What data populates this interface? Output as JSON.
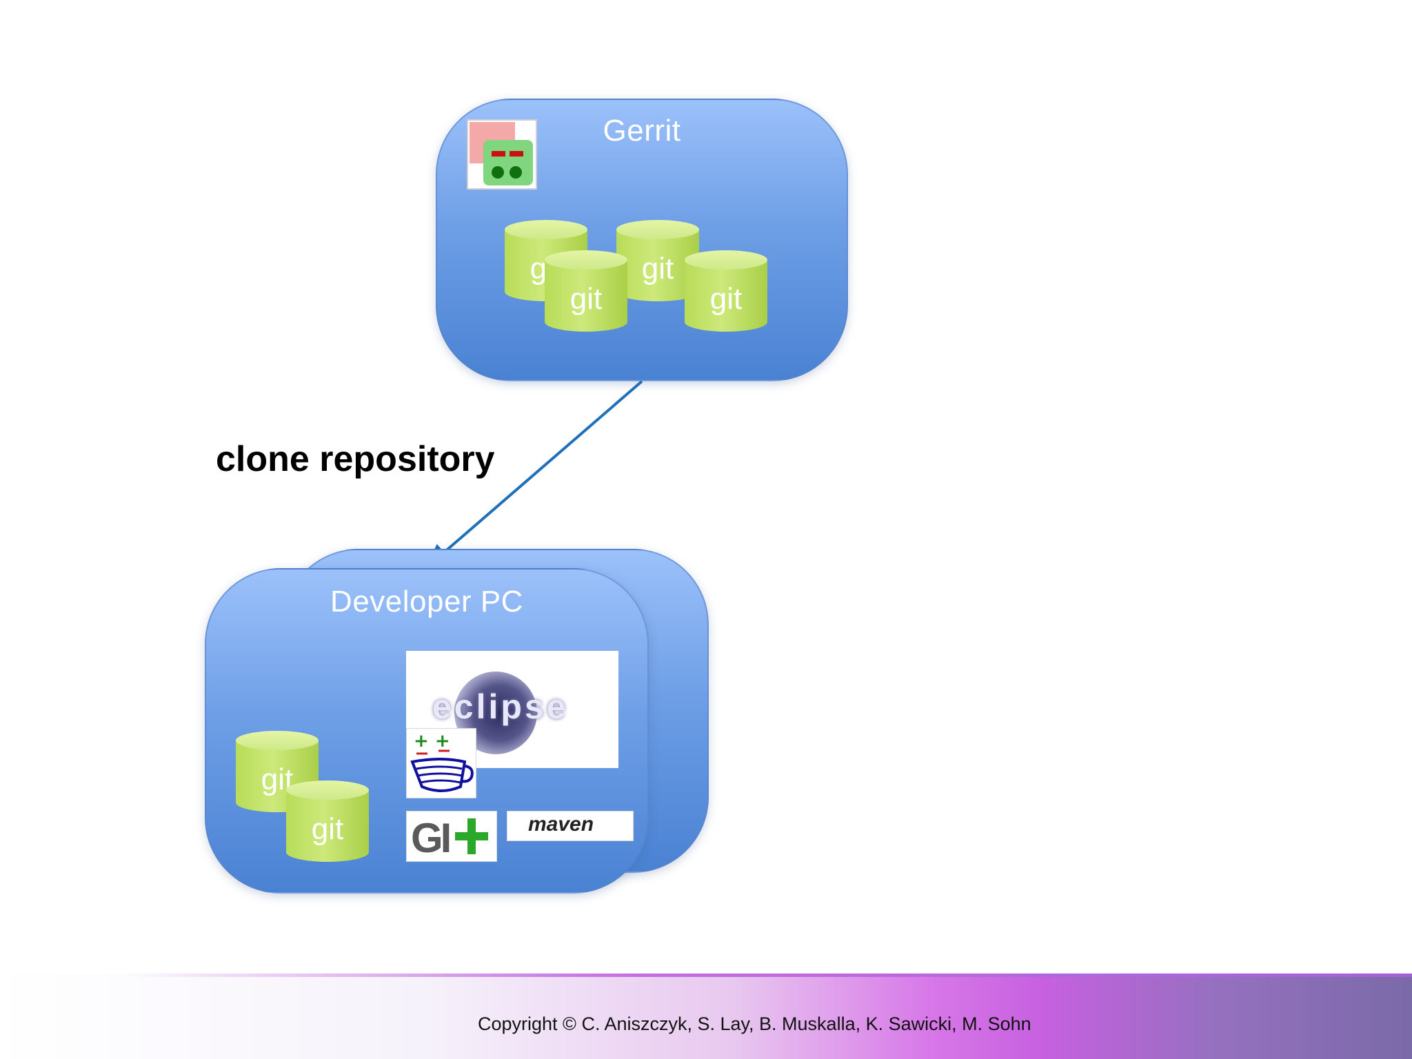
{
  "gerrit": {
    "title": "Gerrit"
  },
  "repo_label": "git",
  "arrow_label": "clone repository",
  "developer": {
    "title": "Developer PC"
  },
  "logos": {
    "eclipse": "eclipse",
    "git": "GI",
    "maven": "maven"
  },
  "footer": {
    "copyright": "Copyright © C. Aniszczyk, S. Lay, B. Muskalla, K. Sawicki, M. Sohn"
  },
  "colors": {
    "box": "#6e9fe6",
    "cylinder": "#c2e36a",
    "arrow": "#1f70b8",
    "footer_accent": "#c660e0"
  }
}
